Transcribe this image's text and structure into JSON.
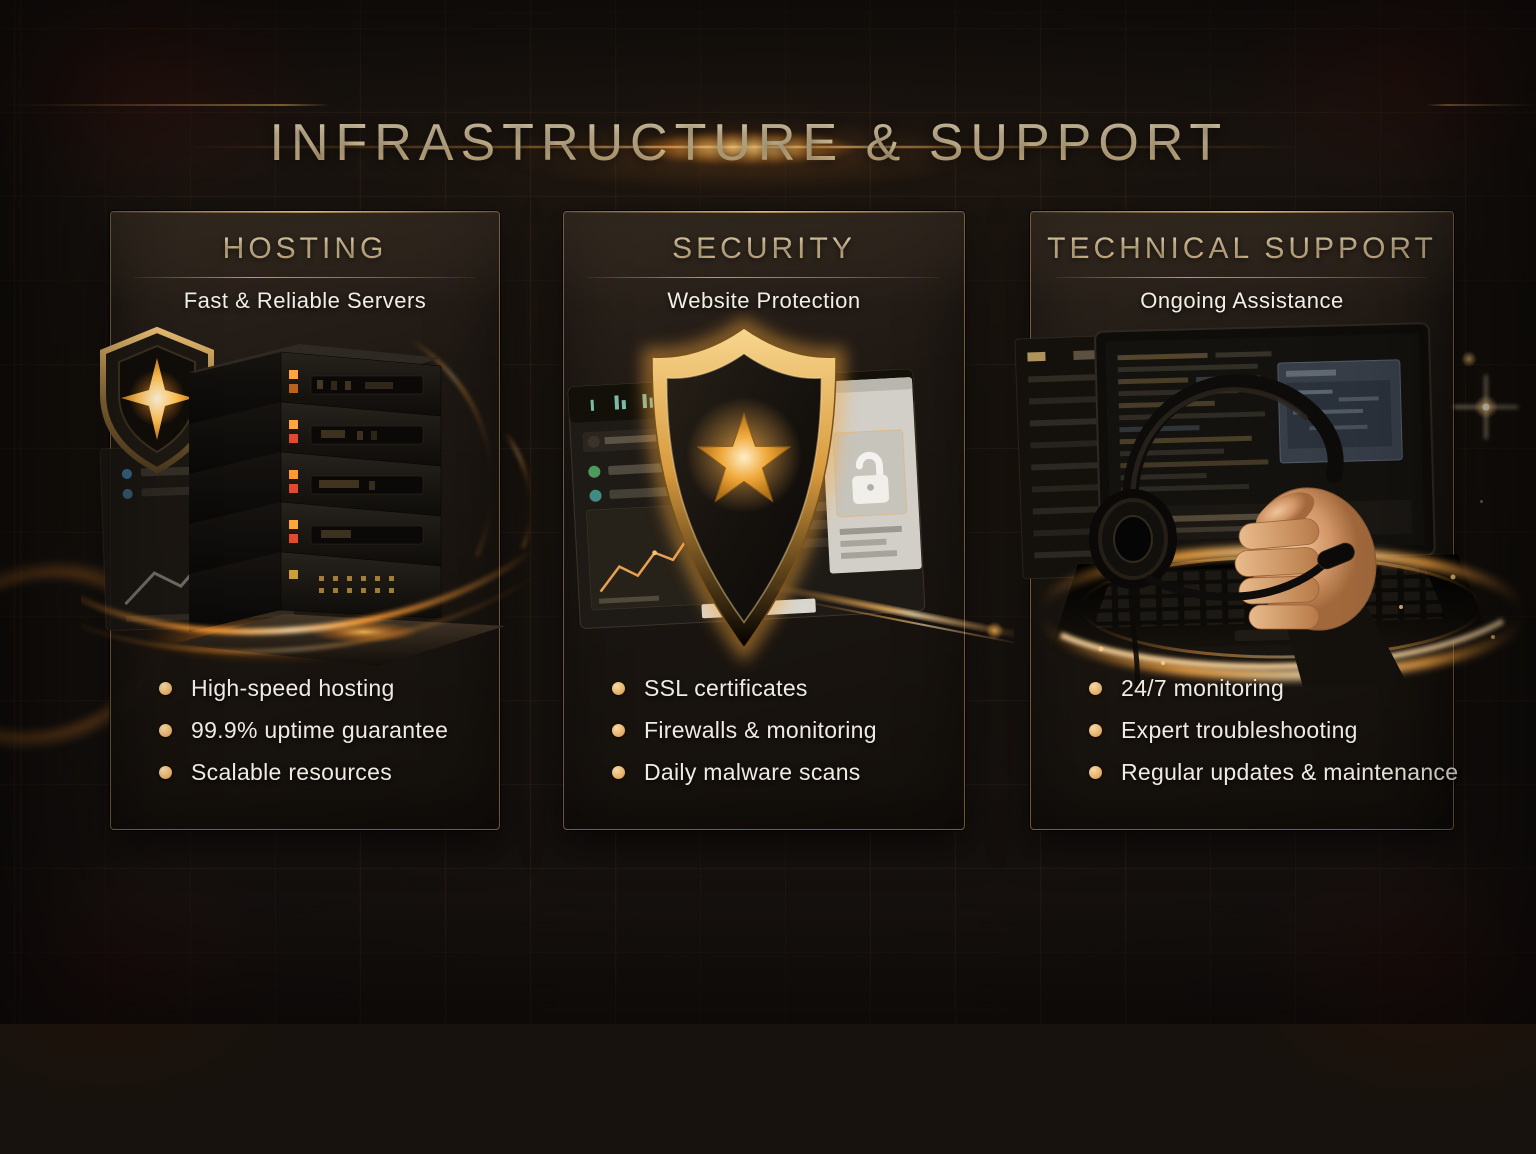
{
  "page_title": "INFRASTRUCTURE & SUPPORT",
  "cards": [
    {
      "title": "HOSTING",
      "subtitle": "Fast & Reliable Servers",
      "illustration": "server-stack-with-shield-badge",
      "bullets": [
        "High-speed hosting",
        "99.9% uptime guarantee",
        "Scalable resources"
      ]
    },
    {
      "title": "SECURITY",
      "subtitle": "Website Protection",
      "illustration": "gold-shield-star-over-dashboard",
      "bullets": [
        "SSL certificates",
        "Firewalls & monitoring",
        "Daily malware scans"
      ]
    },
    {
      "title": "TECHNICAL SUPPORT",
      "subtitle": "Ongoing Assistance",
      "illustration": "headset-in-hand-with-laptop",
      "bullets": [
        "24/7 monitoring",
        "Expert troubleshooting",
        "Regular updates & maintenance"
      ]
    }
  ],
  "icons": {
    "card1": [
      "shield-badge-icon",
      "sparkle-star-icon",
      "server-stack",
      "analytics-panel"
    ],
    "card2": [
      "security-shield-icon",
      "star-icon",
      "browser-window",
      "lock-icon",
      "line-chart"
    ],
    "card3": [
      "headset-icon",
      "hand",
      "laptop",
      "ticket-list-panel",
      "sparkle-icon"
    ]
  },
  "colors": {
    "background": "#17120d",
    "title_text": "#edd8b2",
    "card_title_gold": "#ebd09c",
    "subtitle_text": "#f2eee7",
    "bullet_text": "#f0ebe2",
    "bullet_dot": "#e4af67",
    "card_border": "#ba945c",
    "glow_orange": "#ff9c2e",
    "led_amber": "#ffa63c",
    "led_red": "#e04a30"
  }
}
